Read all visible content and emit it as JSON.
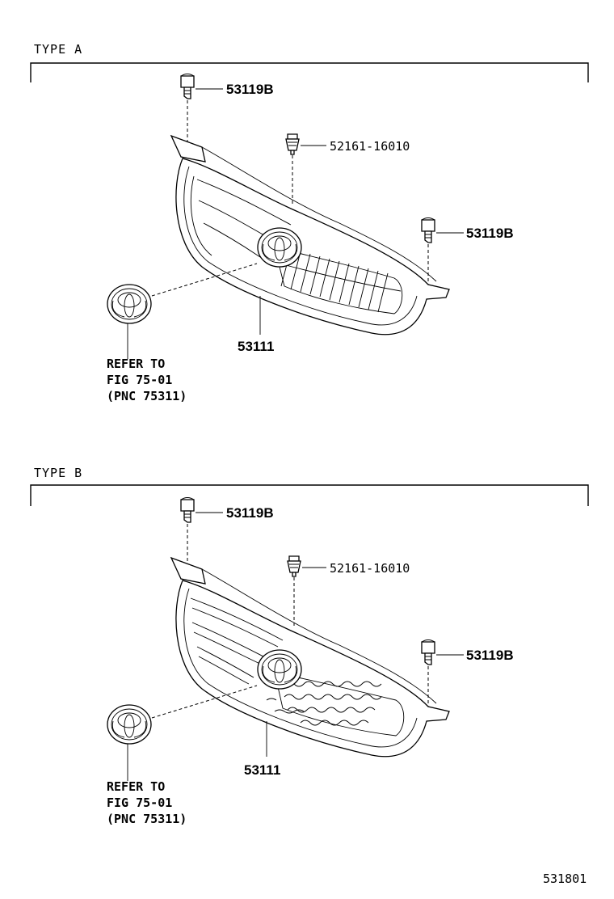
{
  "sections": [
    {
      "type_label": "TYPE A",
      "parts": {
        "clip_top": "53119B",
        "screw": "52161-16010",
        "clip_right": "53119B",
        "grille": "53111"
      },
      "reference": {
        "line1": "REFER TO",
        "line2": "FIG  75-01",
        "line3": "(PNC 75311)"
      }
    },
    {
      "type_label": "TYPE B",
      "parts": {
        "clip_top": "53119B",
        "screw": "52161-16010",
        "clip_right": "53119B",
        "grille": "53111"
      },
      "reference": {
        "line1": "REFER TO",
        "line2": "FIG  75-01",
        "line3": "(PNC 75311)"
      }
    }
  ],
  "figure_code": "531801"
}
